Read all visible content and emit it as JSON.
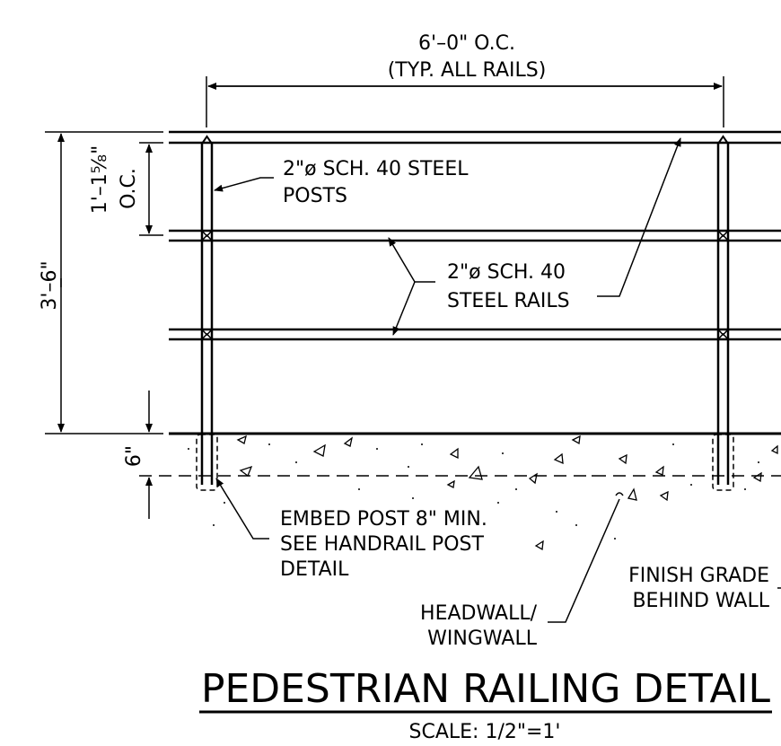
{
  "dimensions": {
    "rail_spacing_line1": "6'–0\" O.C.",
    "rail_spacing_line2": "(TYP. ALL RAILS)",
    "rail_oc_line1": "1'–1⅝\"",
    "rail_oc_line2": "O.C.",
    "overall_height": "3'–6\"",
    "embed_depth": "6\""
  },
  "callouts": {
    "posts_line1": "2\"ø SCH. 40 STEEL",
    "posts_line2": "POSTS",
    "rails_line1": "2\"ø SCH. 40",
    "rails_line2": "STEEL RAILS",
    "embed_line1": "EMBED POST 8\" MIN.",
    "embed_line2": "SEE HANDRAIL POST",
    "embed_line3": "DETAIL",
    "finish_line1": "FINISH GRADE",
    "finish_line2": "BEHIND WALL",
    "headwall_line1": "HEADWALL/",
    "headwall_line2": "WINGWALL"
  },
  "title": "PEDESTRIAN RAILING DETAIL",
  "scale": "SCALE:  1/2\"=1'"
}
